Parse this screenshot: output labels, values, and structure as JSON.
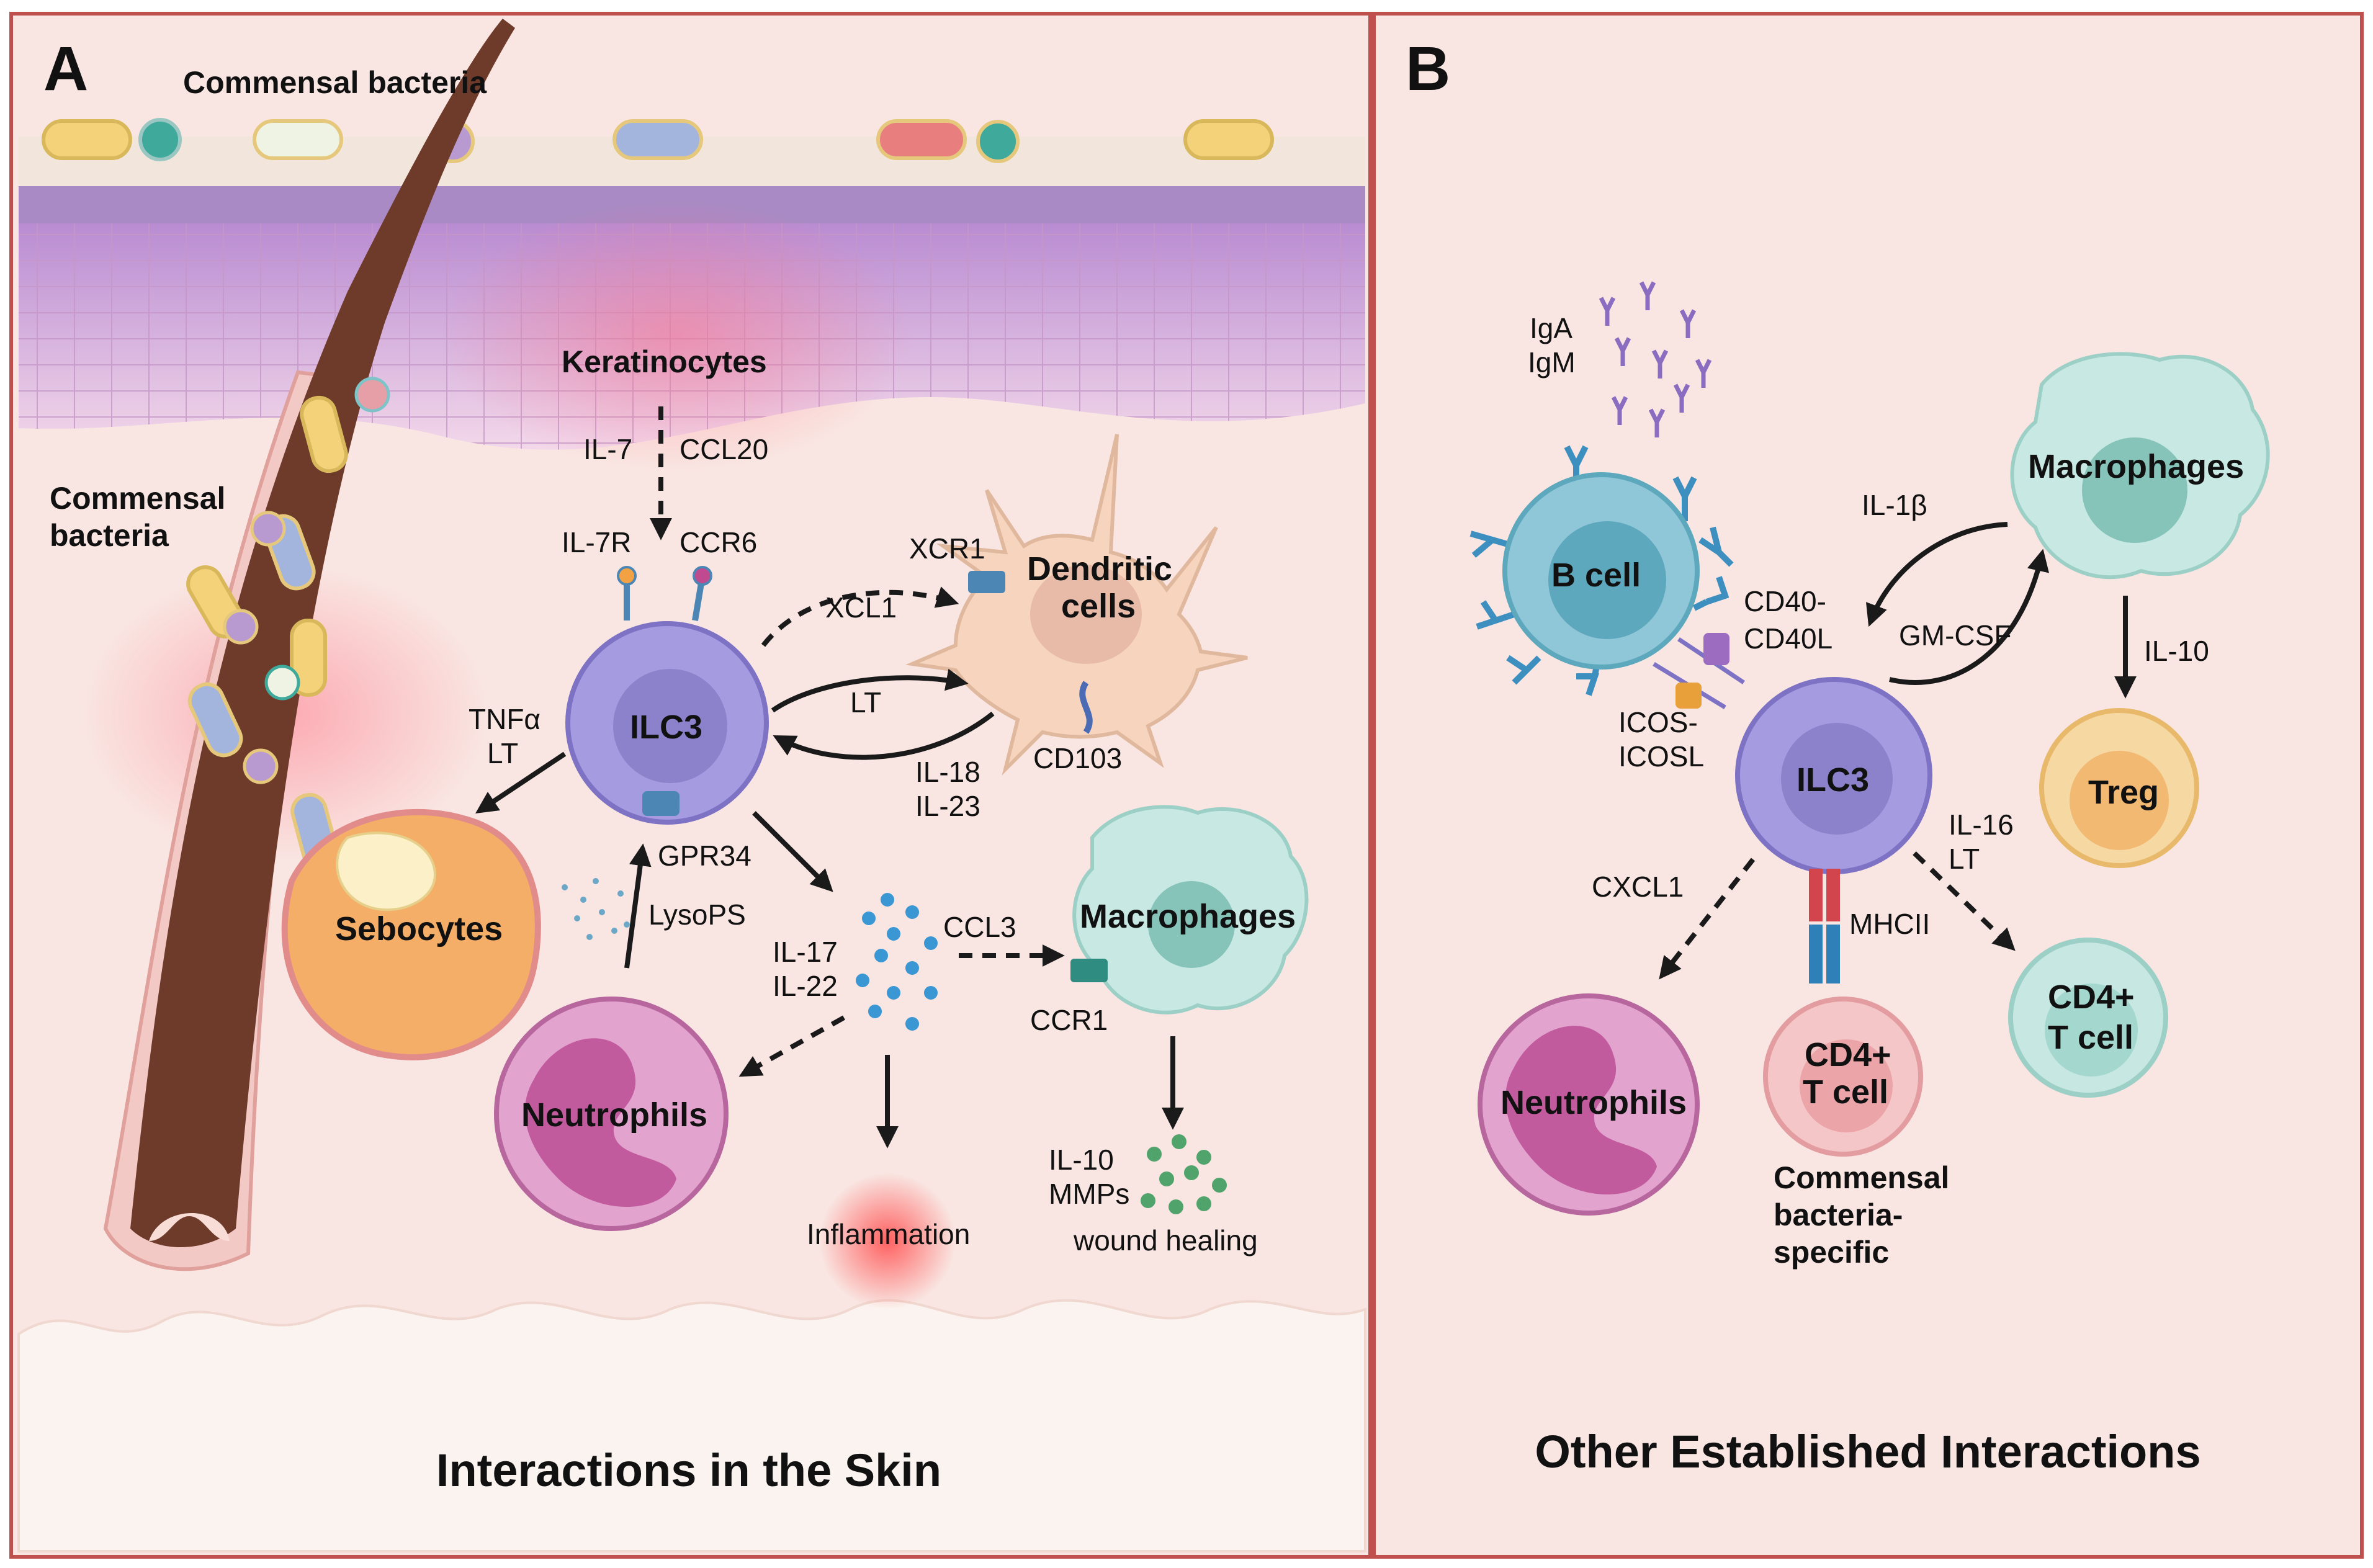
{
  "panels": {
    "a": {
      "letter": "A",
      "title": "Interactions in the Skin",
      "labels": {
        "commensal_top": "Commensal bacteria",
        "commensal_left_1": "Commensal",
        "commensal_left_2": "bacteria",
        "keratinocytes": "Keratinocytes",
        "il7": "IL-7",
        "ccl20": "CCL20",
        "il7r": "IL-7R",
        "ccr6": "CCR6",
        "ilc3": "ILC3",
        "xcr1": "XCR1",
        "xcl1": "XCL1",
        "dendritic_1": "Dendritic",
        "dendritic_2": "cells",
        "lt": "LT",
        "cd103": "CD103",
        "il18": "IL-18",
        "il23": "IL-23",
        "tnfa": "TNFα",
        "lt_left": "LT",
        "gpr34": "GPR34",
        "lysops": "LysoPS",
        "sebocytes": "Sebocytes",
        "il17": "IL-17",
        "il22": "IL-22",
        "ccl3": "CCL3",
        "macrophages": "Macrophages",
        "ccr1": "CCR1",
        "neutrophils": "Neutrophils",
        "inflammation": "Inflammation",
        "il10": "IL-10",
        "mmps": "MMPs",
        "wound_healing": "wound healing"
      }
    },
    "b": {
      "letter": "B",
      "title": "Other Established Interactions",
      "labels": {
        "iga": "IgA",
        "igm": "IgM",
        "bcell": "B cell",
        "cd40_1": "CD40-",
        "cd40_2": "CD40L",
        "icos_1": "ICOS-",
        "icos_2": "ICOSL",
        "il1b": "IL-1β",
        "macrophages": "Macrophages",
        "gmcsf": "GM-CSF",
        "il10": "IL-10",
        "treg": "Treg",
        "ilc3": "ILC3",
        "il16": "IL-16",
        "lt": "LT",
        "cxcl1": "CXCL1",
        "mhcii": "MHCII",
        "neutrophils": "Neutrophils",
        "cd4_a_1": "CD4+",
        "cd4_a_2": "T cell",
        "cd4_b_1": "CD4+",
        "cd4_b_2": "T cell",
        "commensal_1": "Commensal",
        "commensal_2": "bacteria-",
        "commensal_3": "specific"
      }
    }
  },
  "colors": {
    "panel_border": "#c0504d",
    "panel_bg": "#f9e6e2",
    "ilc3": "#a59be0",
    "macrophage": "#c8e8e3",
    "neutrophil": "#e3a3cf",
    "dendritic": "#f6d4bd",
    "bcell": "#8fc7d8",
    "treg": "#f6d8a3",
    "cd4": "#c6e7e2",
    "cd4_specific": "#f5c6c8"
  }
}
